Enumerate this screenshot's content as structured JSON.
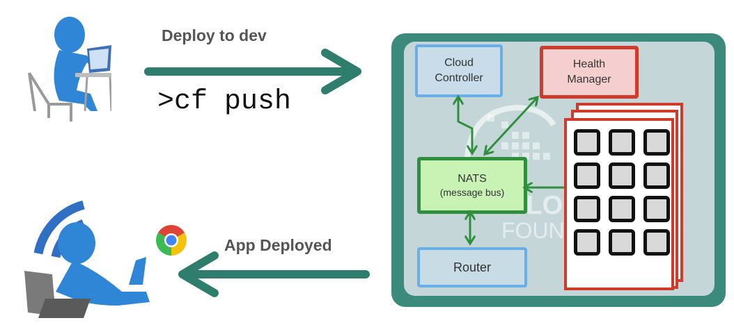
{
  "top_flow": {
    "label": "Deploy to dev",
    "command": ">cf push",
    "direction": "right"
  },
  "bottom_flow": {
    "label": "App Deployed",
    "direction": "left"
  },
  "icons": {
    "developer": "developer-at-laptop-figure",
    "user": "user-lying-with-laptop-figure",
    "wifi": "wifi-signal",
    "browser": "chrome-browser-logo"
  },
  "platform": {
    "watermark": [
      "CLO",
      "FOUN"
    ],
    "components": {
      "cloud_controller": "Cloud Controller",
      "health_manager": "Health Manager",
      "nats": "NATS",
      "nats_sub": "(message bus)",
      "router": "Router"
    },
    "dea_stack": {
      "cards": 3,
      "rows": 4,
      "cols": 3
    }
  },
  "colors": {
    "arrow": "#2f7d6d",
    "panel": "#3c8a7c",
    "panel_inner": "#c5d6d8",
    "blue_border": "#6aaee8",
    "red_border": "#d03a2a",
    "green_border": "#2e8f3f",
    "figure": "#2f86d6"
  }
}
